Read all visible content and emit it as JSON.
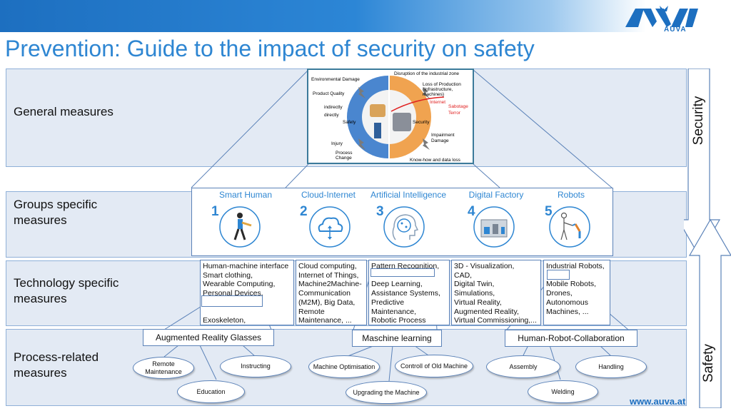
{
  "header": {
    "logo_text": "AUVA",
    "title": "Prevention: Guide to the impact of security on safety"
  },
  "rows": [
    {
      "label": "General measures"
    },
    {
      "label": "Groups specific measures"
    },
    {
      "label": "Technology specific measures"
    },
    {
      "label": "Process-related measures"
    }
  ],
  "arrow_labels": {
    "security": "Security",
    "safety": "Safety"
  },
  "circle_diagram": {
    "labels": {
      "environmental_damage": "Environmental Damage",
      "product_quality": "Product Quality",
      "indirectly": "indirectly",
      "directly": "directly",
      "safety": "Safety",
      "injury": "Injury",
      "process_change": "Process Change",
      "disruption": "Disruption of the industrial zone",
      "loss_of_production": "Loss of Production (Infrastructure, machines)",
      "internet": "Internet",
      "sabotage": "Sabotage",
      "terror": "Terror",
      "security": "Security",
      "impairment": "Impairment",
      "damage": "Damage",
      "know_how": "Know-how and data loss"
    },
    "colors": {
      "safety": "#4a86cf",
      "security": "#f0a350",
      "attack": "#e02020"
    }
  },
  "groups": [
    {
      "num": "1",
      "title": "Smart Human",
      "icon": "worker-icon"
    },
    {
      "num": "2",
      "title": "Cloud-Internet",
      "icon": "cloud-icon"
    },
    {
      "num": "3",
      "title": "Artificial Intelligence",
      "icon": "brain-icon"
    },
    {
      "num": "4",
      "title": "Digital Factory",
      "icon": "factory-icon"
    },
    {
      "num": "5",
      "title": "Robots",
      "icon": "robot-icon"
    }
  ],
  "tech": [
    {
      "text": "Human-machine interface\nSmart clothing,\nWearable Computing,\nPersonal Devices,\n\n\nExoskeleton,\nGloves, Shoes, ..."
    },
    {
      "text": "Cloud computing,\nInternet of Things,\nMachine2Machine-\nCommunication\n(M2M), Big Data,\nRemote\nMaintenance, ..."
    },
    {
      "text": "Pattern Recognition,\n\nDeep Learning,\nAssistance Systems,\nPredictive Maintenance,\nRobotic Process\nAutomation, RPA..."
    },
    {
      "text": "3D - Visualization,\nCAD,\nDigital Twin,\nSimulations,\nVirtual Reality,\nAugmented Reality,\nVirtual Commissioning,..."
    },
    {
      "text": "Industrial Robots,\n\nMobile Robots,\nDrones,\nAutonomous\nMachines, ..."
    }
  ],
  "process": [
    {
      "label": "Augmented Reality Glasses"
    },
    {
      "label": "Maschine learning"
    },
    {
      "label": "Human-Robot-Collaboration"
    }
  ],
  "ellipses": [
    {
      "label": "Remote Maintenance"
    },
    {
      "label": "Instructing"
    },
    {
      "label": "Education"
    },
    {
      "label": "Machine Optimisation"
    },
    {
      "label": "Controll of Old Machine"
    },
    {
      "label": "Upgrading the Machine"
    },
    {
      "label": "Assembly"
    },
    {
      "label": "Handling"
    },
    {
      "label": "Welding"
    }
  ],
  "footer": {
    "url": "www.auva.at"
  }
}
